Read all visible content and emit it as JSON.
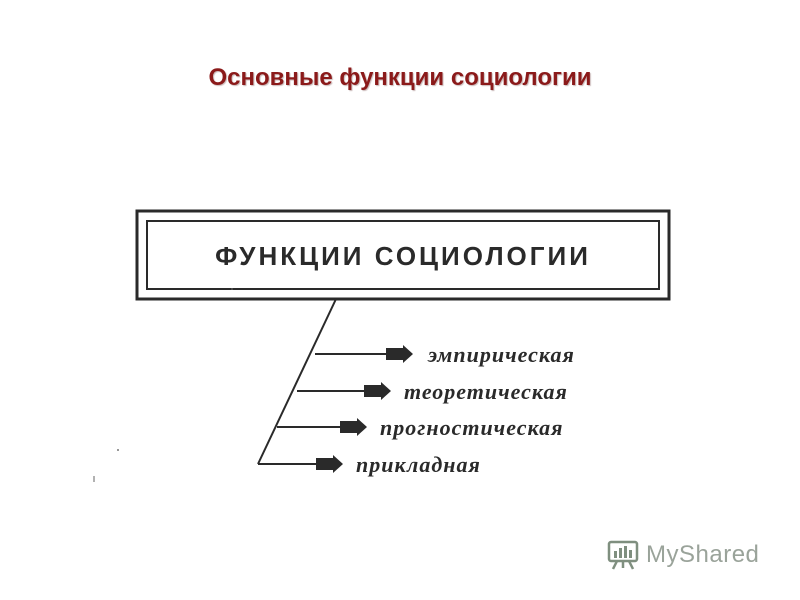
{
  "slide": {
    "title": "Основные функции социологии"
  },
  "diagram": {
    "box_title": "ФУНКЦИИ СОЦИОЛОГИИ",
    "branches": [
      {
        "label": "эмпирическая"
      },
      {
        "label": "теоретическая"
      },
      {
        "label": "прогностическая"
      },
      {
        "label": "прикладная"
      }
    ]
  },
  "watermark": {
    "text": "MyShared",
    "icon": "presentation-board-icon"
  },
  "colors": {
    "title": "#8b1a1a",
    "ink": "#2a2a2a",
    "watermark": "#9aa39a"
  }
}
